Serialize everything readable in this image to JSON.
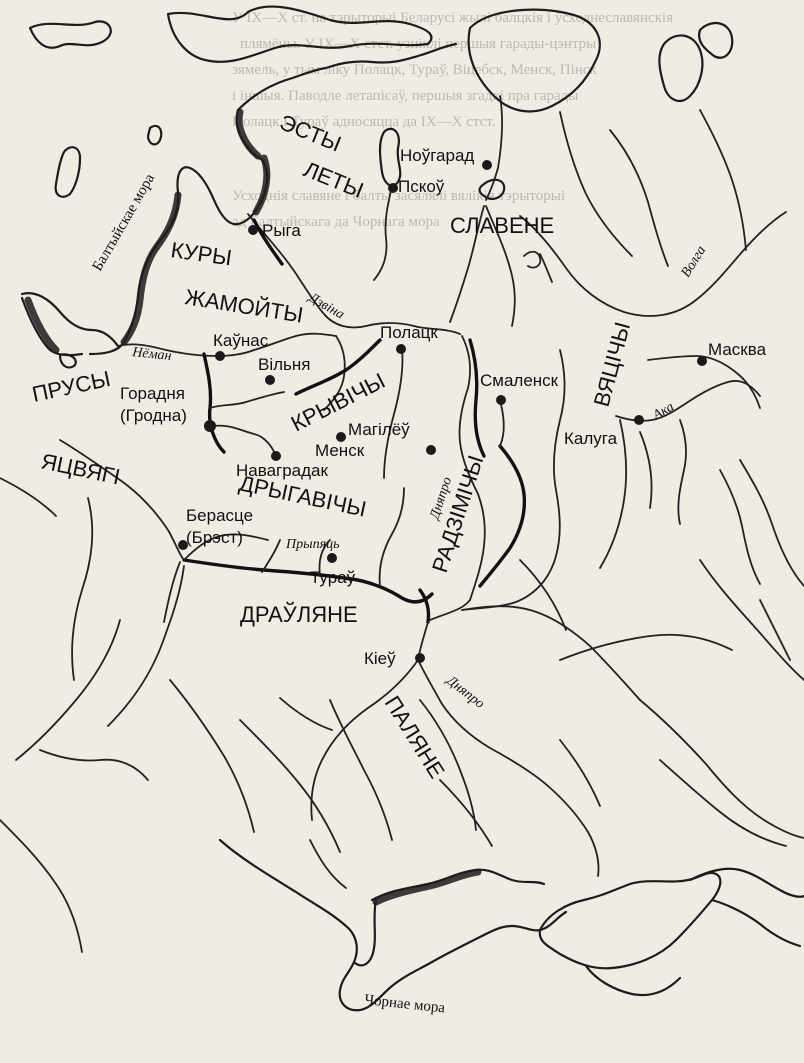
{
  "background_text": [
    "У IX—X ст. на тэрыторыі Беларусі жылі балцкія і ўсходнеславянскія",
    "плямёны. У IX—X стст. узніклі першыя гарады-цэнтры",
    "зямель, у тым ліку Полацк, Тураў, Віцебск, Менск, Пінск",
    "і іншыя. Паводле летапісаў, першыя згадкі пра гарады",
    "Полацк і Тураў адносяцца да IX—X стст.",
    "Усходнія славяне і балты засялялі вялікія тэрыторыі",
    "ад Балтыйскага да Чорнага мора"
  ],
  "tribes": {
    "esty": "ЭСТЫ",
    "lety": "ЛЕТЫ",
    "slavene": "СЛАВЕНЕ",
    "kury": "КУРЫ",
    "zhamoity": "ЖАМОЙТЫ",
    "prusy": "ПРУСЫ",
    "kryvichy": "КРЫВІЧЫ",
    "viatsichy": "ВЯЦІЧЫ",
    "yatsviagi": "ЯЦВЯГІ",
    "dryhavichy": "ДРЫГАВІЧЫ",
    "radzimichy": "РАДЗІМІЧЫ",
    "draulyane": "ДРАЎЛЯНЕ",
    "palyane": "ПАЛЯНЕ"
  },
  "cities": {
    "nougarad": "Ноўгарад",
    "pskou": "Пскоў",
    "ryga": "Рыга",
    "kaunas": "Каўнас",
    "vilnia": "Вільня",
    "polatsk": "Полацк",
    "smalensk": "Смаленск",
    "maskva": "Масква",
    "kaluga": "Калуга",
    "haradnia": "Горадня",
    "hrodna": "(Гродна)",
    "mahileu": "Магілёў",
    "mensk": "Менск",
    "navahradak": "Наваградак",
    "berastse": "Берасце",
    "brest": "(Брэст)",
    "turau": "Тураў",
    "kieu": "Кіеў"
  },
  "rivers": {
    "dzvina": "Дзвіна",
    "neman": "Нёман",
    "volga": "Волга",
    "aka": "Ака",
    "dniapro_upper": "Дняпро",
    "dniapro_lower": "Дняпро",
    "prypiats": "Прыпяць"
  },
  "seas": {
    "baltic": "Балтыйскае мора",
    "black": "Чорнае мора"
  },
  "colors": {
    "background": "#efece4",
    "ink": "#111111",
    "faded_text": "#bdb9ae"
  }
}
